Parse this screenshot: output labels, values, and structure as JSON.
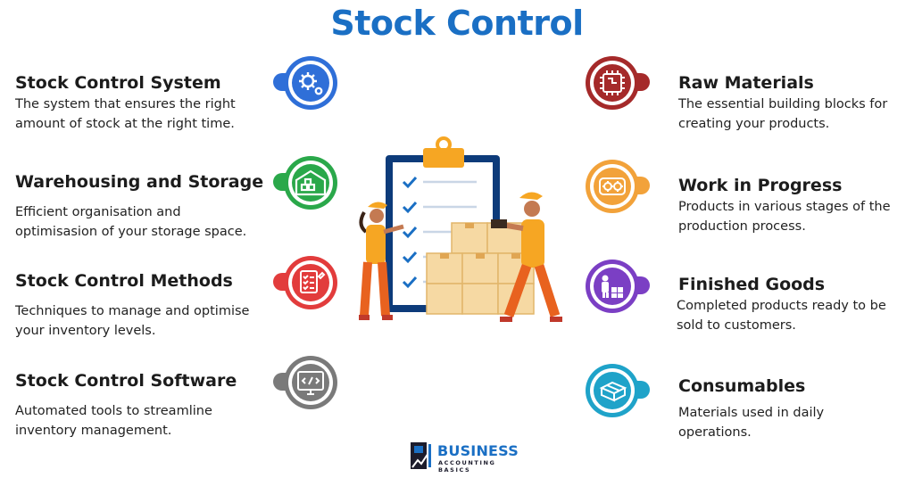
{
  "title": "Stock Control",
  "left_items": [
    {
      "heading": "Stock Control System",
      "desc1": "The system that ensures the right",
      "desc2": "amount of stock at the right time.",
      "icon": "gear-icon",
      "color": "#2f6fd8"
    },
    {
      "heading": "Warehousing and Storage",
      "desc1": "Efficient organisation and",
      "desc2": "optimisasion of your storage space.",
      "icon": "warehouse-icon",
      "color": "#2aa84a"
    },
    {
      "heading": "Stock Control Methods",
      "desc1": "Techniques to manage and optimise",
      "desc2": "your inventory levels.",
      "icon": "checklist-icon",
      "color": "#e23c3c"
    },
    {
      "heading": "Stock Control Software",
      "desc1": "Automated tools to streamline",
      "desc2": "inventory management.",
      "icon": "monitor-code-icon",
      "color": "#7a7a7a"
    }
  ],
  "right_items": [
    {
      "heading": "Raw Materials",
      "desc1": "The essential building blocks for",
      "desc2": "creating your products.",
      "icon": "chip-icon",
      "color": "#a52a2a"
    },
    {
      "heading": "Work in Progress",
      "desc1": "Products in various stages of the",
      "desc2": "production process.",
      "icon": "conveyor-gear-icon",
      "color": "#f2a23a"
    },
    {
      "heading": "Finished Goods",
      "desc1": "Completed products ready to be",
      "desc2": "sold to customers.",
      "icon": "worker-boxes-icon",
      "color": "#7b3fc4"
    },
    {
      "heading": "Consumables",
      "desc1": "Materials used in daily",
      "desc2": "operations.",
      "icon": "box-stack-icon",
      "color": "#1fa3c9"
    }
  ],
  "logo": {
    "line1": "BUSINESS",
    "line2": "ACCOUNTING BASICS",
    "color": "#1a6fc4"
  }
}
